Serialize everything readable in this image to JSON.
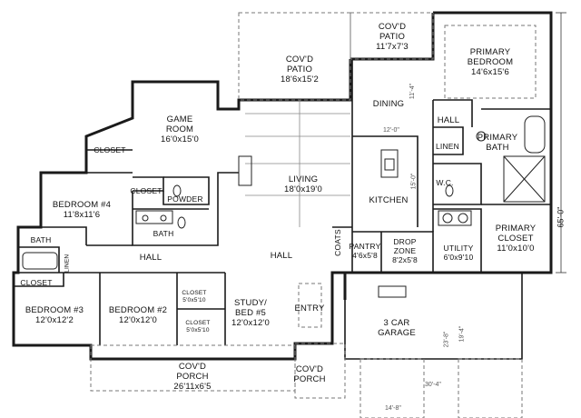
{
  "rooms": [
    {
      "key": "covd_patio_top",
      "name": "COV'D\nPATIO",
      "dim": "11'7x7'3"
    },
    {
      "key": "primary_bedroom",
      "name": "PRIMARY\nBEDROOM",
      "dim": "14'6x15'6"
    },
    {
      "key": "covd_patio_mid",
      "name": "COV'D\nPATIO",
      "dim": "18'6x15'2"
    },
    {
      "key": "game_room",
      "name": "GAME\nROOM",
      "dim": "16'0x15'0"
    },
    {
      "key": "dining",
      "name": "DINING",
      "dim": ""
    },
    {
      "key": "hall_primary",
      "name": "HALL",
      "dim": ""
    },
    {
      "key": "primary_bath",
      "name": "PRIMARY\nBATH",
      "dim": ""
    },
    {
      "key": "linen_primary",
      "name": "LINEN",
      "dim": ""
    },
    {
      "key": "closet_top",
      "name": "CLOSET",
      "dim": ""
    },
    {
      "key": "living",
      "name": "LIVING",
      "dim": "18'0x19'0"
    },
    {
      "key": "bedroom4",
      "name": "BEDROOM #4",
      "dim": "11'8x11'6"
    },
    {
      "key": "closet_b4",
      "name": "CLOSET",
      "dim": ""
    },
    {
      "key": "powder",
      "name": "POWDER",
      "dim": ""
    },
    {
      "key": "kitchen",
      "name": "KITCHEN",
      "dim": ""
    },
    {
      "key": "wc",
      "name": "W.C.",
      "dim": ""
    },
    {
      "key": "primary_closet",
      "name": "PRIMARY\nCLOSET",
      "dim": "11'0x10'0"
    },
    {
      "key": "bath_left",
      "name": "BATH",
      "dim": ""
    },
    {
      "key": "bath_mid",
      "name": "BATH",
      "dim": ""
    },
    {
      "key": "hall_left",
      "name": "HALL",
      "dim": ""
    },
    {
      "key": "hall_center",
      "name": "HALL",
      "dim": ""
    },
    {
      "key": "coats",
      "name": "COATS",
      "dim": ""
    },
    {
      "key": "pantry",
      "name": "PANTRY",
      "dim": "4'6x5'8"
    },
    {
      "key": "drop_zone",
      "name": "DROP\nZONE",
      "dim": "8'2x5'8"
    },
    {
      "key": "utility",
      "name": "UTILITY",
      "dim": "6'0x9'10"
    },
    {
      "key": "linen_left",
      "name": "LINEN",
      "dim": ""
    },
    {
      "key": "closet_b3",
      "name": "CLOSET",
      "dim": ""
    },
    {
      "key": "bedroom3",
      "name": "BEDROOM #3",
      "dim": "12'0x12'2"
    },
    {
      "key": "bedroom2",
      "name": "BEDROOM #2",
      "dim": "12'0x12'0"
    },
    {
      "key": "closet_study1",
      "name": "CLOSET",
      "dim": "5'0x5'10"
    },
    {
      "key": "closet_study2",
      "name": "CLOSET",
      "dim": "5'0x5'10"
    },
    {
      "key": "study",
      "name": "STUDY/\nBED #5",
      "dim": "12'0x12'0"
    },
    {
      "key": "entry",
      "name": "ENTRY",
      "dim": ""
    },
    {
      "key": "garage",
      "name": "3 CAR\nGARAGE",
      "dim": ""
    },
    {
      "key": "covd_porch_main",
      "name": "COV'D\nPORCH",
      "dim": "26'11x6'5"
    },
    {
      "key": "covd_porch_entry",
      "name": "COV'D\nPORCH",
      "dim": ""
    }
  ],
  "dimensions": {
    "overall_depth": "65'-0\"",
    "dining_width": "12'-0\"",
    "dining_depth": "11'-4\"",
    "kitchen_depth": "15'-0\"",
    "garage_width": "30'-4\"",
    "garage_depth_a": "23'-8\"",
    "garage_depth_b": "19'-4\"",
    "garage_door": "14'-8\""
  }
}
